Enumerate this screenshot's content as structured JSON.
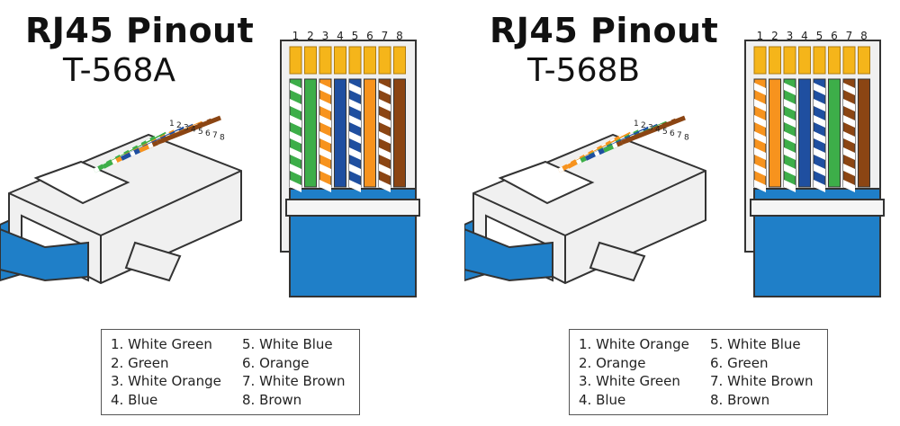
{
  "colors": {
    "orange": "#f7931e",
    "green": "#3dae49",
    "blue": "#1f4fa0",
    "brown": "#8b4513",
    "gold": "#f5b51a",
    "jacket": "#1f7fc8",
    "plug_body": "#f0f0f0",
    "outline": "#333333"
  },
  "pin_numbers": [
    "1",
    "2",
    "3",
    "4",
    "5",
    "6",
    "7",
    "8"
  ],
  "panels": [
    {
      "title": "RJ45 Pinout",
      "subtitle": "T-568A",
      "wires": [
        {
          "color": "green",
          "striped": true
        },
        {
          "color": "green",
          "striped": false
        },
        {
          "color": "orange",
          "striped": true
        },
        {
          "color": "blue",
          "striped": false
        },
        {
          "color": "blue",
          "striped": true
        },
        {
          "color": "orange",
          "striped": false
        },
        {
          "color": "brown",
          "striped": true
        },
        {
          "color": "brown",
          "striped": false
        }
      ],
      "legend_left": [
        "1. White Green",
        "2. Green",
        "3. White Orange",
        "4. Blue"
      ],
      "legend_right": [
        "5. White Blue",
        "6. Orange",
        "7. White Brown",
        "8. Brown"
      ]
    },
    {
      "title": "RJ45 Pinout",
      "subtitle": "T-568B",
      "wires": [
        {
          "color": "orange",
          "striped": true
        },
        {
          "color": "orange",
          "striped": false
        },
        {
          "color": "green",
          "striped": true
        },
        {
          "color": "blue",
          "striped": false
        },
        {
          "color": "blue",
          "striped": true
        },
        {
          "color": "green",
          "striped": false
        },
        {
          "color": "brown",
          "striped": true
        },
        {
          "color": "brown",
          "striped": false
        }
      ],
      "legend_left": [
        "1. White Orange",
        "2. Orange",
        "3. White Green",
        "4. Blue"
      ],
      "legend_right": [
        "5. White Blue",
        "6. Green",
        "7. White Brown",
        "8. Brown"
      ]
    }
  ]
}
